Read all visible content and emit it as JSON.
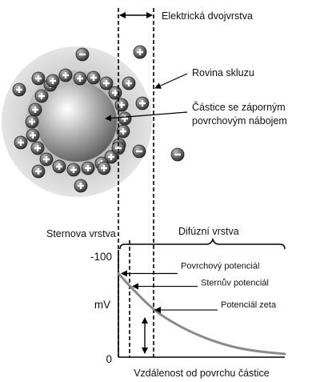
{
  "labels": {
    "electrical_double_layer": "Elektrická dvojvrstva",
    "slipping_plane": "Rovina skluzu",
    "particle_line1": "Částice se záporným",
    "particle_line2": "povrchovým nábojem",
    "stern_layer": "Sternova vrstva",
    "diffuse_layer": "Difúzní vrstva",
    "surface_potential": "Povrchový potenciál",
    "stern_potential": "Sternův potenciál",
    "zeta_potential": "Potenciál zeta"
  },
  "chart_data": {
    "type": "line",
    "xlabel": "Vzdálenost od povrchu částice",
    "ylabel": "mV",
    "y_ticks": [
      "-100",
      "0"
    ],
    "ylim": [
      0,
      -100
    ],
    "series": [
      {
        "values": [
          {
            "x": 0.0,
            "y": -78
          },
          {
            "x": 0.07,
            "y": -66
          },
          {
            "x": 0.21,
            "y": -44
          },
          {
            "x": 0.35,
            "y": -30
          },
          {
            "x": 0.5,
            "y": -19
          },
          {
            "x": 0.65,
            "y": -11
          },
          {
            "x": 0.8,
            "y": -6
          },
          {
            "x": 1.0,
            "y": -3
          }
        ]
      }
    ],
    "markers": [
      {
        "name": "Povrchový potenciál",
        "y": -78
      },
      {
        "name": "Sternův potenciál",
        "y": -66
      },
      {
        "name": "Potenciál zeta",
        "y": -44
      }
    ]
  },
  "colors": {
    "halo": "#dcdcdc",
    "particle": "#9a9a9a",
    "curve": "#888888",
    "ion": "#3a3a3a"
  }
}
